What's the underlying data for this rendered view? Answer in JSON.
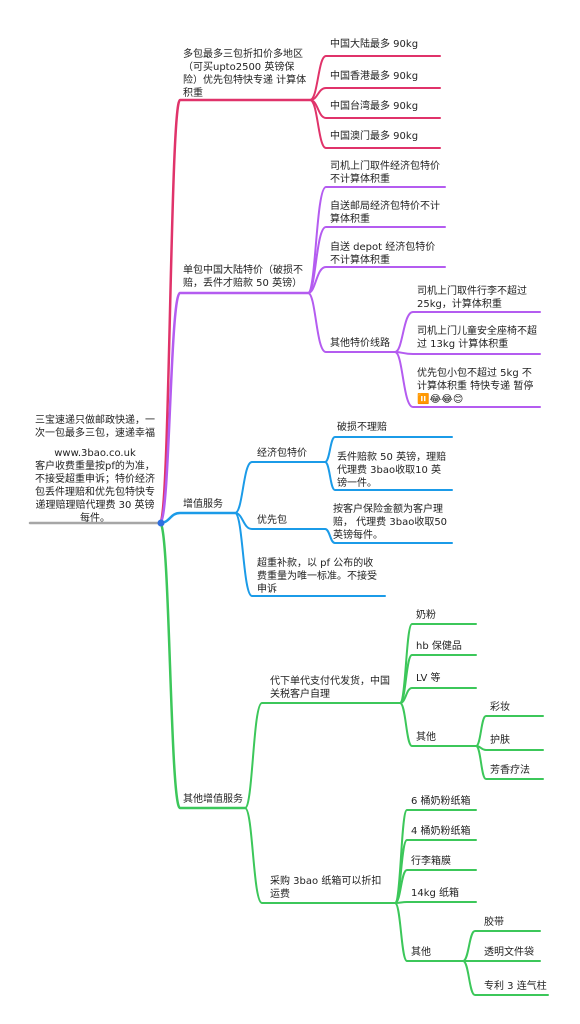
{
  "root": {
    "line1": "三宝速递只做邮政快递，一次一包最多三包，速递幸福",
    "line2": "www.3bao.co.uk",
    "line3": "客户收费重量按pf的为准，不接受超重申诉；特价经济包丢件理赔和优先包特快专递理赔理赔代理费 30 英镑每件。"
  },
  "colors": {
    "pink": "#e0336a",
    "purple": "#b45cf0",
    "blue": "#1b9be8",
    "green": "#3cc75a",
    "root_line": "#a6a6a6",
    "root_dot": "#2f6fe0"
  },
  "b1": {
    "label": "多包最多三包折扣价多地区（可买upto2500 英镑保险）优先包特快专递 计算体积重",
    "items": [
      "中国大陆最多 90kg",
      "中国香港最多 90kg",
      "中国台湾最多 90kg",
      "中国澳门最多 90kg"
    ]
  },
  "b2": {
    "label": "单包中国大陆特价（破损不赔，丢件才赔款 50 英镑）",
    "items": [
      "司机上门取件经济包特价不计算体积重",
      "自送邮局经济包特价不计算体积重",
      "自送 depot 经济包特价不计算体积重"
    ],
    "other": {
      "label": "其他特价线路",
      "items": [
        "司机上门取件行李不超过 25kg，计算体积重",
        "司机上门儿童安全座椅不超过 13kg 计算体积重",
        "优先包小包不超过 5kg 不计算体积重 特快专递 暂停⏸️😂😂😊"
      ]
    }
  },
  "b3": {
    "label": "增值服务",
    "economy": {
      "label": "经济包特价",
      "items": [
        "破损不理赔",
        "丢件赔款 50 英镑，理赔代理费 3bao收取10 英镑一件。"
      ]
    },
    "priority": {
      "label": "优先包",
      "items": [
        "按客户保险金额为客户理赔， 代理费 3bao收取50 英镑每件。"
      ]
    },
    "overweight": "超重补款，以 pf 公布的收费重量为唯一标准。不接受申诉"
  },
  "b4": {
    "label": "其他增值服务",
    "proxy": {
      "label": "代下单代支付代发货，中国关税客户自理",
      "items": [
        "奶粉",
        "hb 保健品",
        "LV 等"
      ],
      "other": {
        "label": "其他",
        "items": [
          "彩妆",
          "护肤",
          "芳香疗法"
        ]
      }
    },
    "boxes": {
      "label": "采购 3bao 纸箱可以折扣运费",
      "items": [
        "6 桶奶粉纸箱",
        "4 桶奶粉纸箱",
        "行李箱膜",
        "14kg 纸箱"
      ],
      "other": {
        "label": "其他",
        "items": [
          "胶带",
          "透明文件袋",
          "专利 3 连气柱"
        ]
      }
    }
  }
}
